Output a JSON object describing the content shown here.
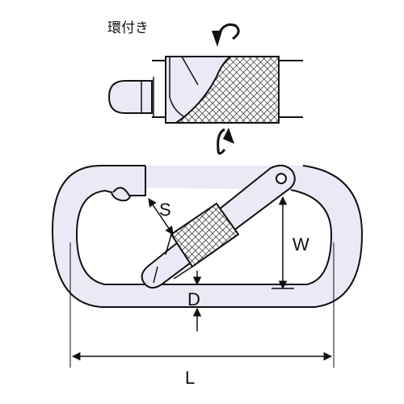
{
  "detail": {
    "caption": "環付き"
  },
  "dimensions": {
    "s": "S",
    "w": "W",
    "d": "D",
    "l": "L"
  }
}
